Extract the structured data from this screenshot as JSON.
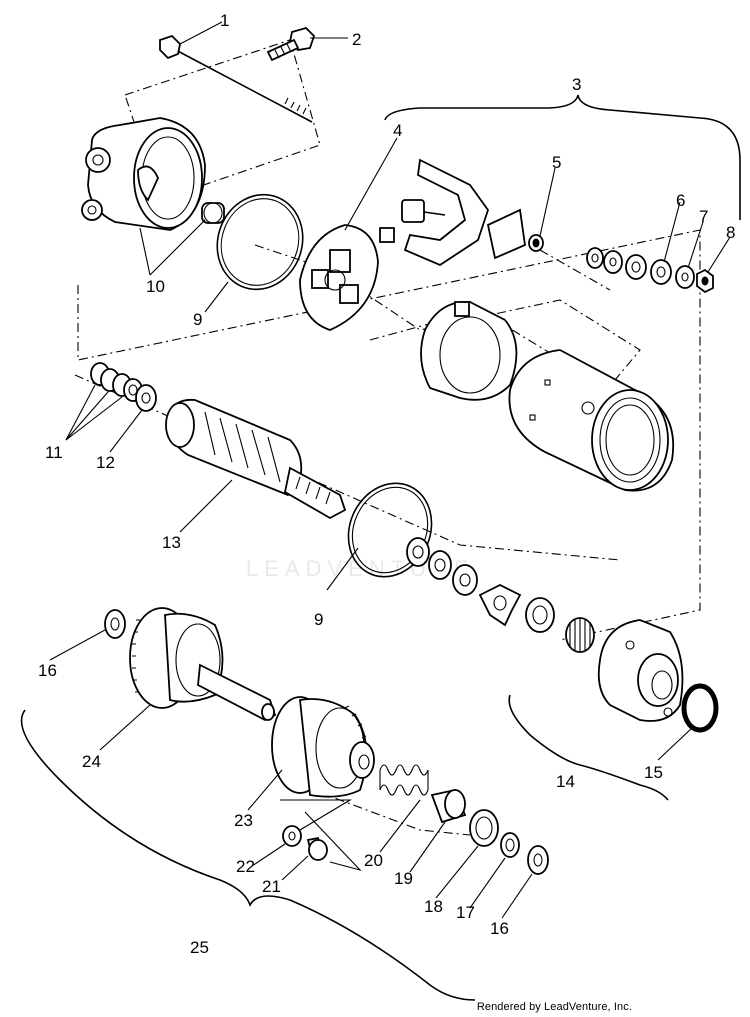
{
  "diagram": {
    "callouts": [
      "1",
      "2",
      "3",
      "4",
      "5",
      "6",
      "7",
      "8",
      "9",
      "10",
      "11",
      "12",
      "13",
      "9",
      "14",
      "15",
      "16",
      "24",
      "23",
      "22",
      "21",
      "20",
      "19",
      "18",
      "17",
      "16",
      "25"
    ]
  },
  "watermark": "LEADVENTURE",
  "footer": "Rendered by LeadVenture, Inc."
}
